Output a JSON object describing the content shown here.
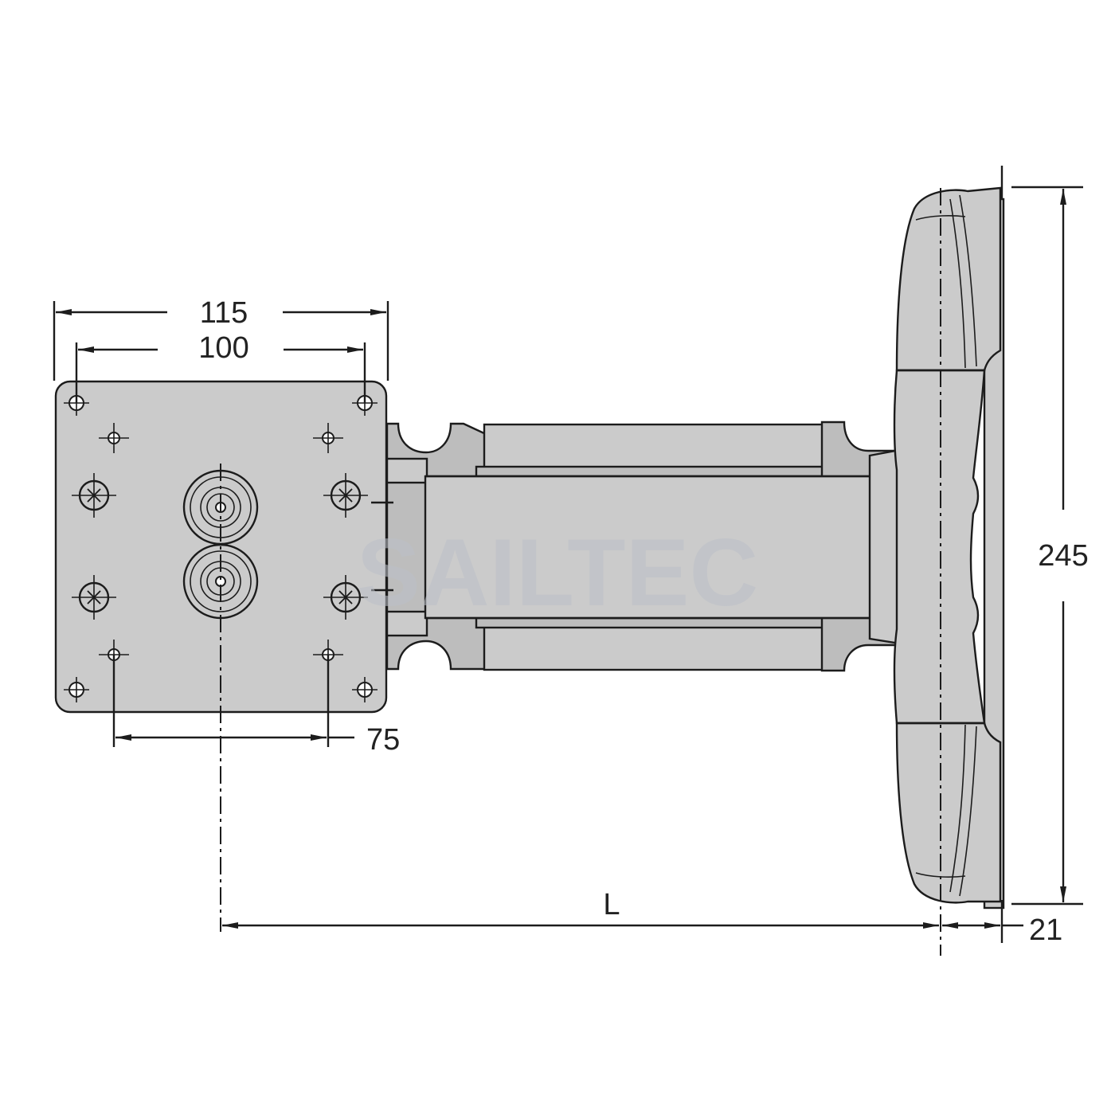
{
  "drawing": {
    "brand_watermark": "SAILTEC",
    "dimensions": {
      "plate_outer_width": "115",
      "plate_hole_spacing": "100",
      "inner_hole_spacing": "75",
      "arm_length": "L",
      "foot_height": "245",
      "foot_depth": "21"
    },
    "colors": {
      "part_fill": "#cbcbcb",
      "line": "#1c1c1c",
      "background": "#ffffff"
    }
  }
}
